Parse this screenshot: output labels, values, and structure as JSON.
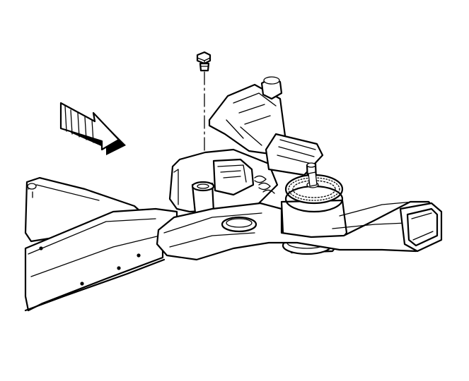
{
  "figure": {
    "type": "technical-line-illustration",
    "colors": {
      "line": "#000000",
      "background": "#ffffff",
      "arrow_shadow": "#000000"
    },
    "parts": [
      "direction-arrow",
      "bolt",
      "bolt-centerline",
      "crossmember-frame",
      "lower-control-arm",
      "ball-joint",
      "height-sensor-bracket",
      "steering-gear-housing",
      "frame-mounting-holes"
    ]
  }
}
